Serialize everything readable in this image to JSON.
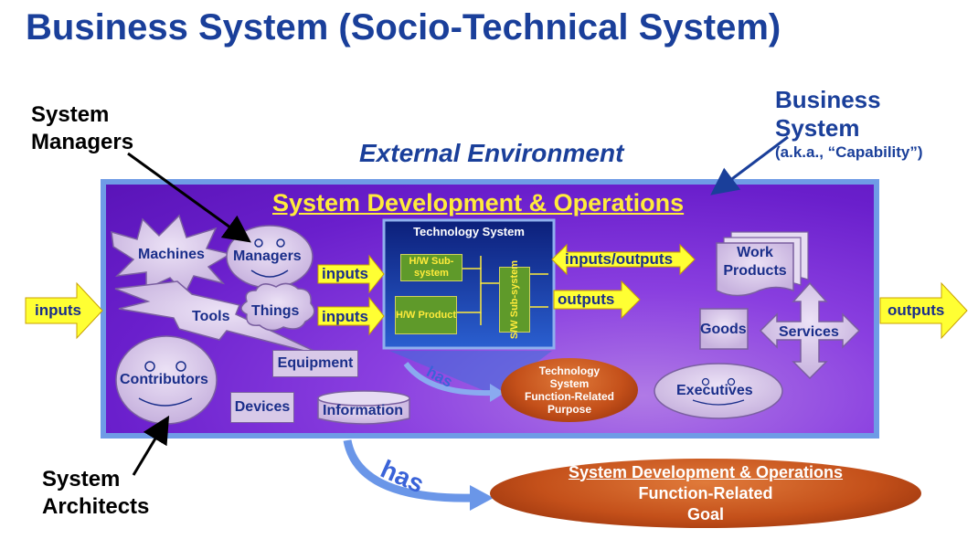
{
  "title": "Business System (Socio-Technical System)",
  "labels": {
    "system_managers_1": "System",
    "system_managers_2": "Managers",
    "system_architects_1": "System",
    "system_architects_2": "Architects",
    "external_environment": "External Environment",
    "business_system_1": "Business",
    "business_system_2": "System",
    "business_system_aka": "(a.k.a., “Capability”)",
    "sdo_title": "System Development & Operations"
  },
  "actors": {
    "machines": "Machines",
    "managers": "Managers",
    "tools": "Tools",
    "things": "Things",
    "equipment": "Equipment",
    "contributors": "Contributors",
    "devices": "Devices",
    "information": "Information",
    "executives": "Executives",
    "goods": "Goods",
    "services": "Services",
    "work_products_1": "Work",
    "work_products_2": "Products"
  },
  "technology_system": {
    "title": "Technology System",
    "hw_subsystem": "H/W Sub-system",
    "hw_product": "H/W Product",
    "sw_subsystem": "S/W Sub-system"
  },
  "flows": {
    "inputs_left": "inputs",
    "outputs_right": "outputs",
    "inputs_1": "inputs",
    "inputs_2": "inputs",
    "inputs_outputs": "inputs/outputs",
    "outputs_mid": "outputs",
    "has_small": "has",
    "has_big": "has"
  },
  "purpose": {
    "line1": "Technology",
    "line2": "System",
    "line3": "Function-Related",
    "line4": "Purpose"
  },
  "goal": {
    "line1": "System Development & Operations",
    "line2": "Function-Related",
    "line3": "Goal"
  },
  "colors": {
    "title_blue": "#1a3f9a",
    "panel_purple": "#6a1fcc",
    "arrow_yellow": "#ffff33",
    "goal_orange": "#c4501a",
    "panel_border": "#6f9be6"
  }
}
